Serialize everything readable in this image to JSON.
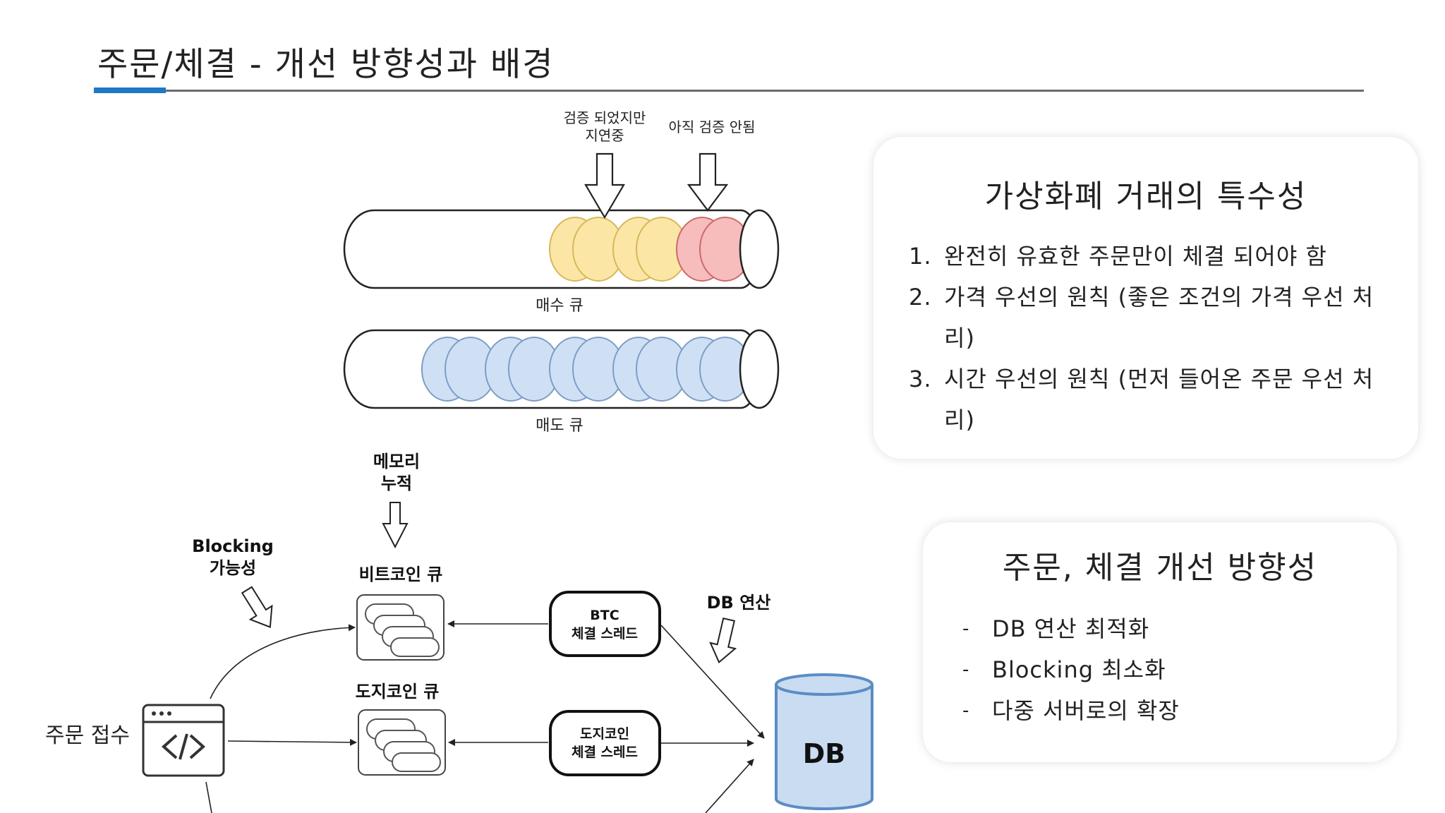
{
  "slide": {
    "title": "주문/체결 - 개선 방향성과 배경"
  },
  "queue_diagram": {
    "label_verified_delayed_line1": "검증 되었지만",
    "label_verified_delayed_line2": "지연중",
    "label_not_verified": "아직 검증 안됨",
    "buy_queue_label": "매수 큐",
    "sell_queue_label": "매도 큐",
    "colors": {
      "verified_order": "#fbe6a6",
      "unverified_order": "#f7bcbc",
      "sell_order": "#cfe0f5"
    }
  },
  "flow_diagram": {
    "memory_label_line1": "메모리",
    "memory_label_line2": "누적",
    "blocking_label_line1": "Blocking",
    "blocking_label_line2": "가능성",
    "btc_queue_label": "비트코인 큐",
    "doge_queue_label": "도지코인 큐",
    "btc_thread_line1": "BTC",
    "btc_thread_line2": "체결 스레드",
    "doge_thread_line1": "도지코인",
    "doge_thread_line2": "체결 스레드",
    "db_op_label": "DB 연산",
    "db_label": "DB",
    "order_receipt_label": "주문 접수",
    "code_icon": "code-window-icon",
    "colors": {
      "db": "#c9dcf2",
      "db_stroke": "#5b8cc4"
    }
  },
  "card_characteristics": {
    "title": "가상화폐 거래의 특수성",
    "items": [
      {
        "num": "1.",
        "text": "완전히 유효한 주문만이 체결 되어야 함"
      },
      {
        "num": "2.",
        "text": "가격 우선의 원칙 (좋은 조건의 가격 우선 처리)"
      },
      {
        "num": "3.",
        "text": "시간 우선의 원칙 (먼저 들어온 주문 우선 처리)"
      }
    ]
  },
  "card_direction": {
    "title": "주문, 체결 개선 방향성",
    "items": [
      {
        "dash": "-",
        "text": "DB 연산 최적화"
      },
      {
        "dash": "-",
        "text": "Blocking 최소화"
      },
      {
        "dash": "-",
        "text": "다중 서버로의 확장"
      }
    ]
  }
}
